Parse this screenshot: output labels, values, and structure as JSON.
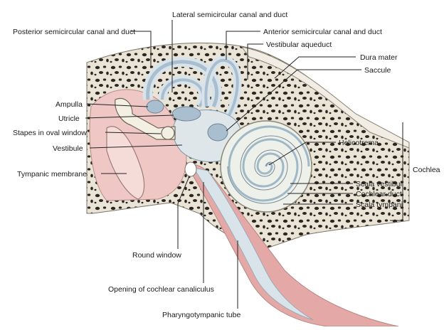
{
  "labels": {
    "lateral_semicircular": "Lateral semicircular canal and duct",
    "posterior_semicircular": "Posterior semicircular canal and duct",
    "anterior_semicircular": "Anterior semicircular canal and duct",
    "vestibular_aqueduct": "Vestibular aqueduct",
    "dura_mater": "Dura mater",
    "saccule": "Saccule",
    "ampulla": "Ampulla",
    "utricle": "Utricle",
    "stapes_oval_window": "Stapes in oval window",
    "vestibule": "Vestibule",
    "helicotrema": "Helicotrema",
    "tympanic_membrane": "Tympanic membrane",
    "cochlea": "Cochlea",
    "scala_vestibuli": "Scala vestibuli",
    "cochlear_duct": "Cochlear duct",
    "scala_tympani": "Scala tympani",
    "round_window": "Round window",
    "opening_cochlear_canaliculus": "Opening of cochlear canaliculus",
    "pharyngotympanic_tube": "Pharyngotympanic tube"
  },
  "colors": {
    "bone": "#e9e4d6",
    "bone_pore": "#2b2622",
    "perilymph": "#d8e3ea",
    "membranous": "#a9bfcf",
    "tympanic": "#efc8c5",
    "mucosa": "#e4a9a6",
    "cochlea_fill": "#eef0ea",
    "cochlea_turn": "#9fb8c8"
  }
}
